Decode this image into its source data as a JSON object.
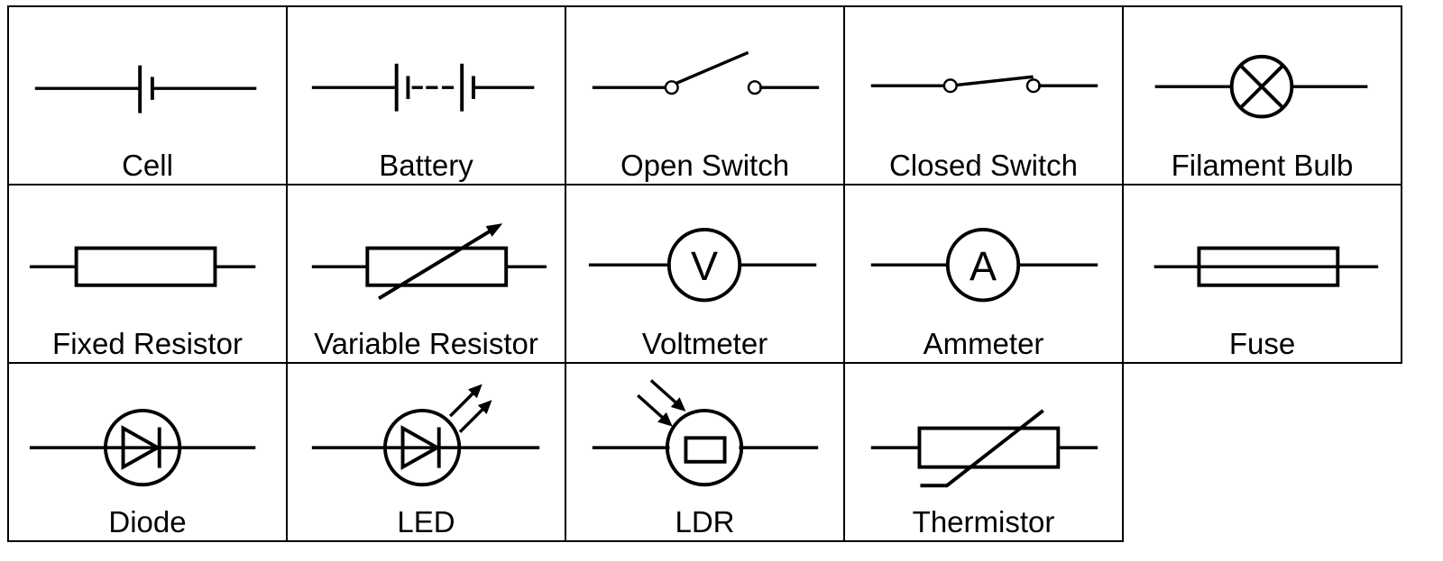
{
  "symbols": [
    {
      "id": "cell",
      "label": "Cell"
    },
    {
      "id": "battery",
      "label": "Battery"
    },
    {
      "id": "open-switch",
      "label": "Open Switch"
    },
    {
      "id": "closed-switch",
      "label": "Closed Switch"
    },
    {
      "id": "filament-bulb",
      "label": "Filament Bulb"
    },
    {
      "id": "fixed-resistor",
      "label": "Fixed Resistor"
    },
    {
      "id": "variable-resistor",
      "label": "Variable Resistor"
    },
    {
      "id": "voltmeter",
      "label": "Voltmeter",
      "letter": "V"
    },
    {
      "id": "ammeter",
      "label": "Ammeter",
      "letter": "A"
    },
    {
      "id": "fuse",
      "label": "Fuse"
    },
    {
      "id": "diode",
      "label": "Diode"
    },
    {
      "id": "led",
      "label": "LED"
    },
    {
      "id": "ldr",
      "label": "LDR"
    },
    {
      "id": "thermistor",
      "label": "Thermistor"
    }
  ]
}
